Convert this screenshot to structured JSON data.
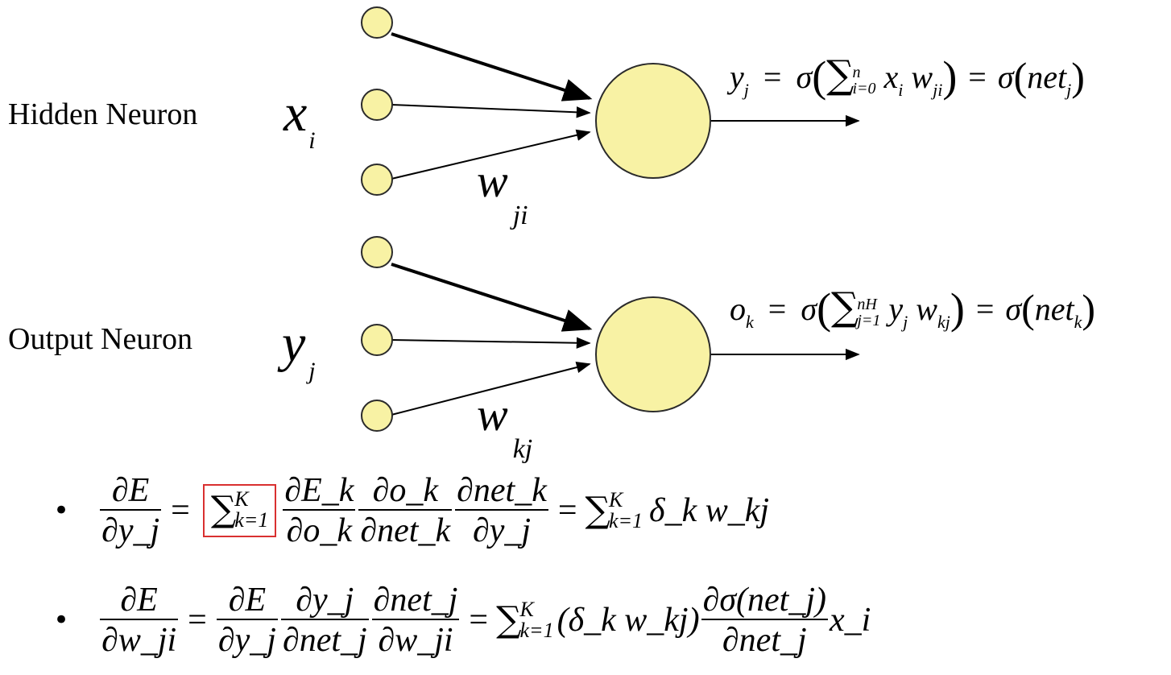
{
  "colors": {
    "node_fill": "#f8f2a4",
    "node_stroke": "#2b2b2b",
    "highlight_box": "#d93030"
  },
  "hidden": {
    "row_label": "Hidden Neuron",
    "input_symbol": "x",
    "input_sub": "i",
    "weight_symbol": "w",
    "weight_sub": "ji",
    "formula": {
      "lhs": "y",
      "lhs_sub": "j",
      "sigma": "σ",
      "sum_sup": "n",
      "sum_sub": "i=0",
      "term": "x",
      "term_sub": "i",
      "w": "w",
      "w_sub": "ji",
      "net": "net",
      "net_sub": "j"
    }
  },
  "output": {
    "row_label": "Output Neuron",
    "input_symbol": "y",
    "input_sub": "j",
    "weight_symbol": "w",
    "weight_sub": "kj",
    "formula": {
      "lhs": "o",
      "lhs_sub": "k",
      "sigma": "σ",
      "sum_sup": "nH",
      "sum_sub": "j=1",
      "term": "y",
      "term_sub": "j",
      "w": "w",
      "w_sub": "kj",
      "net": "net",
      "net_sub": "k"
    }
  },
  "equations": [
    {
      "bullet": "•",
      "lhs_num": "∂E",
      "lhs_den": "∂y_j",
      "sum_sup": "K",
      "sum_sub": "k=1",
      "f1_num": "∂E_k",
      "f1_den": "∂o_k",
      "f2_num": "∂o_k",
      "f2_den": "∂net_k",
      "f3_num": "∂net_k",
      "f3_den": "∂y_j",
      "rhs": "δ_k w_kj"
    },
    {
      "bullet": "•",
      "lhs_num": "∂E",
      "lhs_den": "∂w_ji",
      "f1_num": "∂E",
      "f1_den": "∂y_j",
      "f2_num": "∂y_j",
      "f2_den": "∂net_j",
      "f3_num": "∂net_j",
      "f3_den": "∂w_ji",
      "sum_sup": "K",
      "sum_sub": "k=1",
      "paren": "(δ_k w_kj)",
      "f4_num": "∂σ(net_j)",
      "f4_den": "∂net_j",
      "tail": "x_i"
    }
  ]
}
